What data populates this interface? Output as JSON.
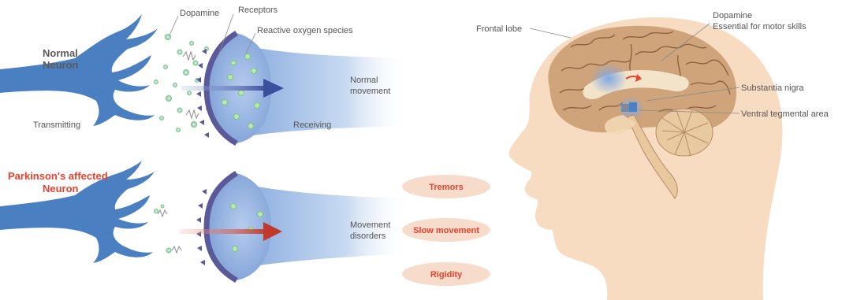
{
  "neuron_labels": {
    "normal_title": [
      "Normal",
      "Neuron"
    ],
    "pd_title": [
      "Parkinson's affected",
      "Neuron"
    ],
    "transmitting": "Transmitting",
    "receiving": "Receiving",
    "dopamine": "Dopamine",
    "receptors": "Receptors",
    "ros": "Reactive oxygen species",
    "normal_movement": [
      "Normal",
      "movement"
    ],
    "movement_disorders": [
      "Movement",
      "disorders"
    ]
  },
  "symptoms": [
    "Tremors",
    "Slow movement",
    "Rigidity"
  ],
  "brain_labels": {
    "frontal_lobe": "Frontal lobe",
    "dopamine": [
      "Dopamine",
      "Essential for motor skills"
    ],
    "substantia_nigra": "Substantia nigra",
    "vta": "Ventral tegmental area"
  },
  "colors": {
    "neuron_blue": "#4a7fc1",
    "receptor_purple": "#5a5a9a",
    "dopamine_green": "#8fd19e",
    "pd_red": "#e8412e",
    "pill": "#f8dccb",
    "skin": "#f7dcc2",
    "brain": "#cfa47a",
    "cerebellum": "#e8c9a0"
  }
}
